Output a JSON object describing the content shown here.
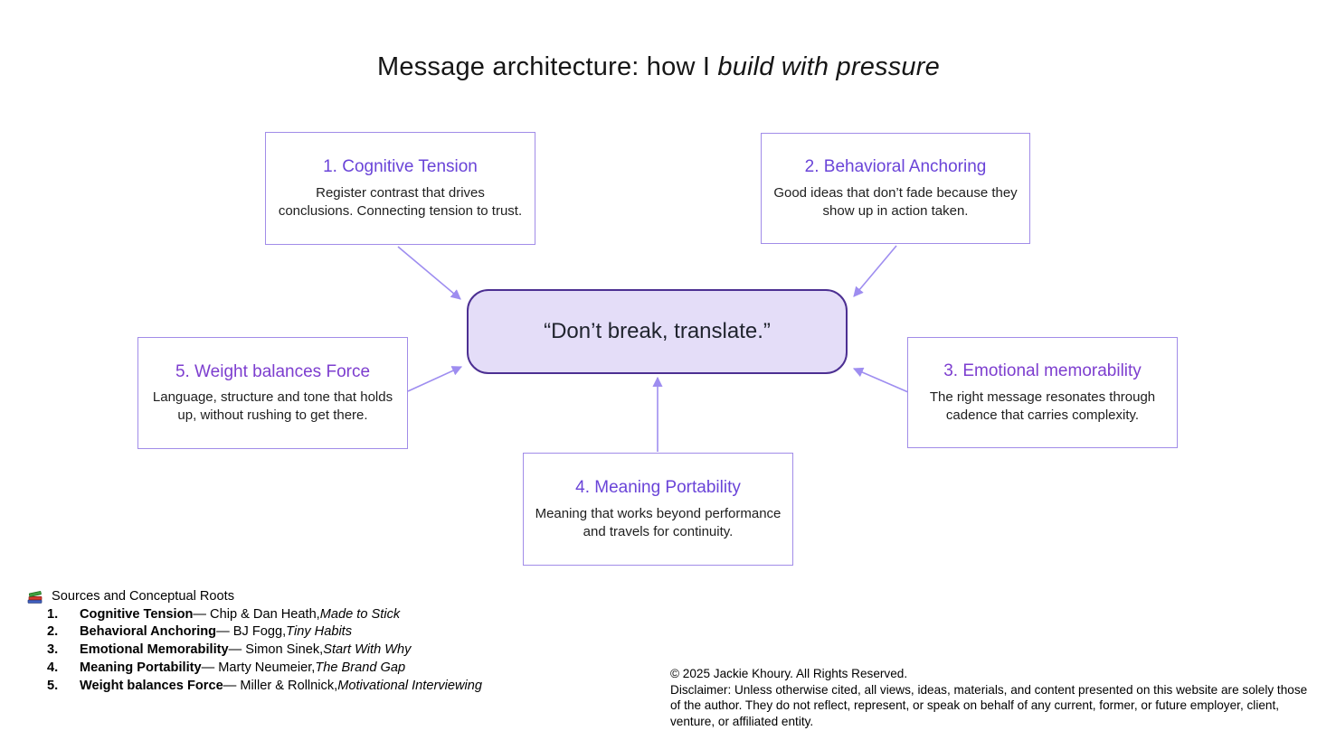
{
  "title": {
    "prefix": "Message architecture: how I ",
    "italic": "build with pressure"
  },
  "center": {
    "label": "“Don’t break, translate.”"
  },
  "nodes": [
    {
      "title": "1. Cognitive Tension",
      "body": "Register contrast that drives conclusions. Connecting tension to trust."
    },
    {
      "title": "2. Behavioral Anchoring",
      "body": "Good ideas that don’t fade because they show up in action taken."
    },
    {
      "title": "3. Emotional memorability",
      "body": "The right message resonates through cadence that carries complexity."
    },
    {
      "title": "4. Meaning Portability",
      "body": "Meaning that works beyond performance and travels for continuity."
    },
    {
      "title": "5. Weight balances Force",
      "body": "Language, structure and tone that holds up, without rushing to get there."
    }
  ],
  "sources": {
    "icon": "books-icon",
    "heading": "Sources and Conceptual Roots",
    "items": [
      {
        "num": "1.",
        "concept": "Cognitive Tension",
        "middle": " — Chip & Dan Heath, ",
        "work": "Made to Stick"
      },
      {
        "num": "2.",
        "concept": "Behavioral Anchoring",
        "middle": " — BJ Fogg, ",
        "work": "Tiny Habits"
      },
      {
        "num": "3.",
        "concept": "Emotional Memorability",
        "middle": " — Simon Sinek, ",
        "work": "Start With Why"
      },
      {
        "num": "4.",
        "concept": "Meaning Portability",
        "middle": " — Marty Neumeier, ",
        "work": "The Brand Gap"
      },
      {
        "num": "5.",
        "concept": "Weight balances Force",
        "middle": " — Miller & Rollnick, ",
        "work": "Motivational Interviewing"
      }
    ]
  },
  "footer": {
    "copyright": "© 2025 Jackie Khoury. All Rights Reserved.",
    "disclaimer": "Disclaimer: Unless otherwise cited, all views, ideas, materials, and content presented on this website are solely those of the author. They do not reflect, represent, or speak on behalf of any current, former, or future employer, client, venture, or affiliated entity."
  },
  "colors": {
    "title-violet-a": "#6a44d8",
    "title-violet-b": "#7d3ecf",
    "node-border": "#a18ce8",
    "arrow": "#9e8df0",
    "center-fill": "#e4ddf8",
    "center-border": "#4c2f92",
    "text-dark": "#1c1c1c"
  }
}
